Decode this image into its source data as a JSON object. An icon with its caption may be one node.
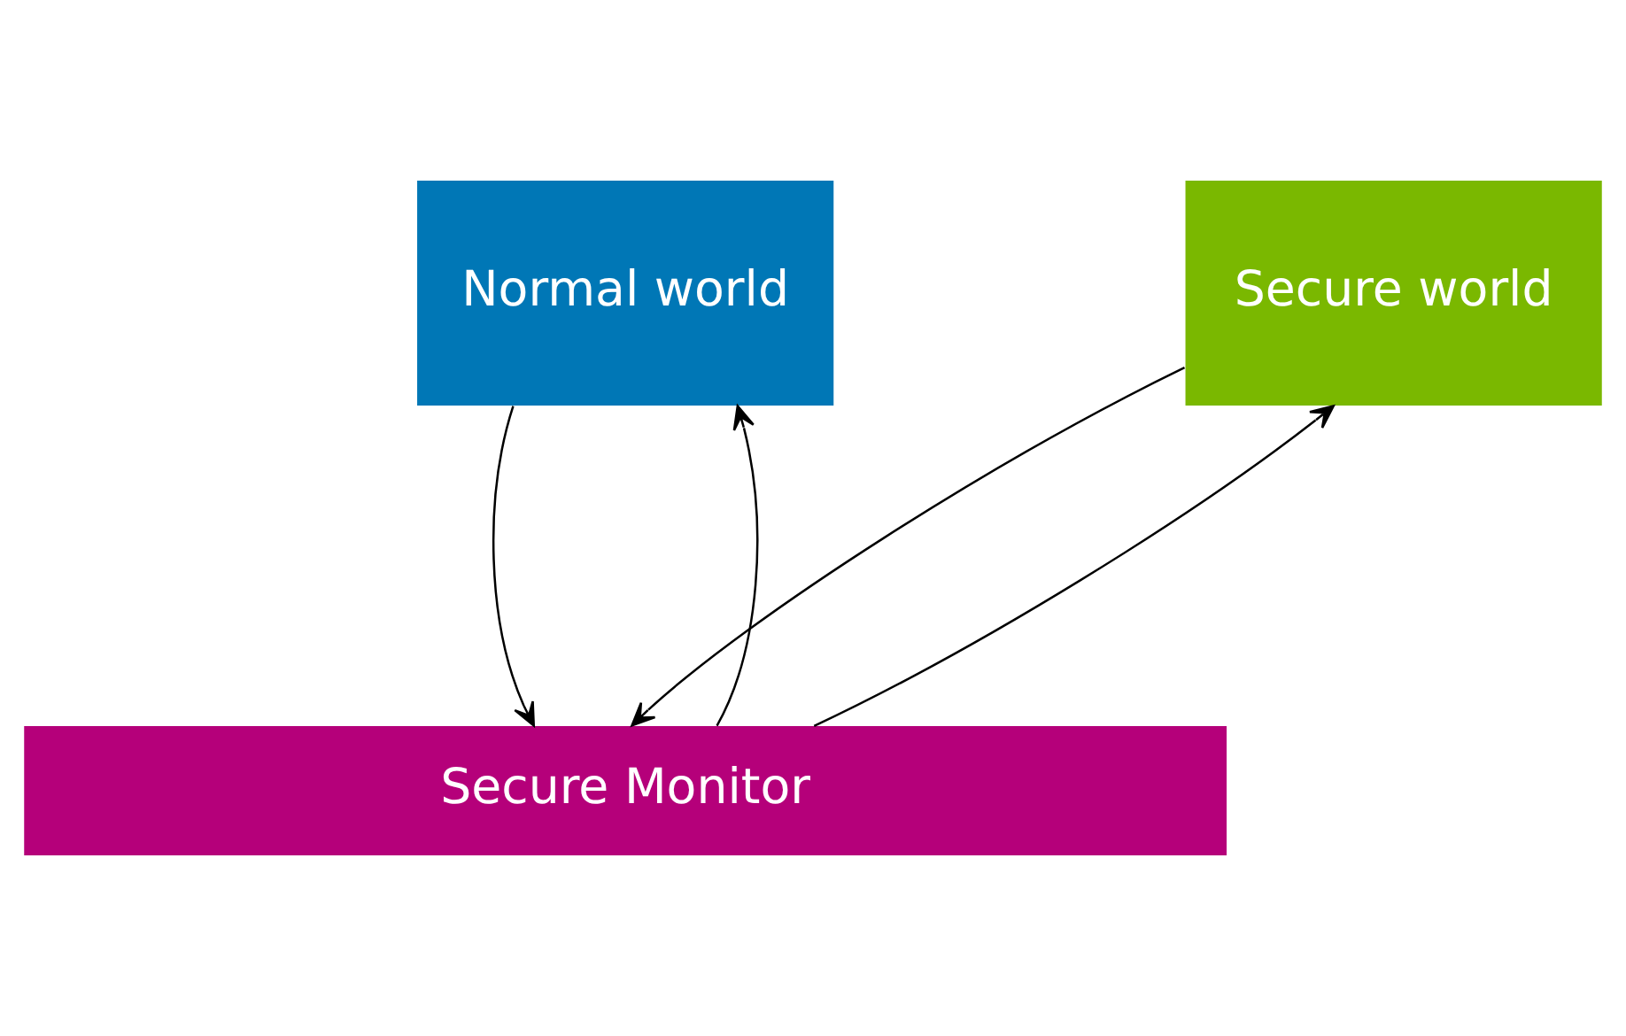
{
  "diagram": {
    "nodes": [
      {
        "text": [
          "Normal world"
        ]
      },
      {
        "text": [
          "Secure world"
        ]
      },
      {
        "text": [
          "Secure Monitor"
        ]
      }
    ],
    "edges": [
      {
        "from": 0,
        "to": 2,
        "arrow": "to"
      },
      {
        "from": 2,
        "to": 0,
        "arrow": "to"
      },
      {
        "from": 2,
        "to": 1,
        "arrow": "to"
      },
      {
        "from": 1,
        "to": 2,
        "arrow": "to"
      }
    ]
  }
}
